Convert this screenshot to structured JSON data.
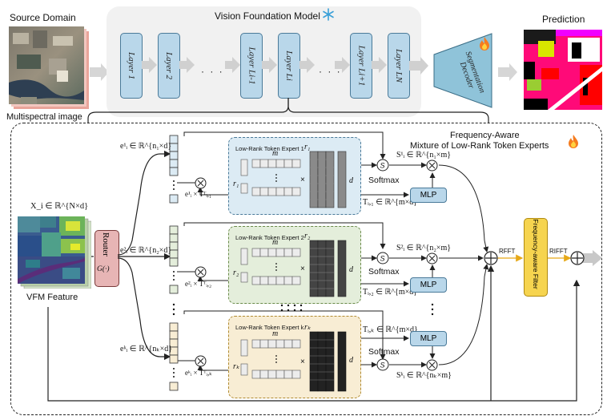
{
  "header": {
    "source_domain": "Source Domain",
    "multispectral": "Multispectral image",
    "vfm_title": "Vision Foundation Model",
    "prediction": "Prediction",
    "decoder": "Segmentation Decoder",
    "dots": "· · ·"
  },
  "layers": [
    "Layer 1",
    "Layer 2",
    "Layer Li-1",
    "Layer Li",
    "Layer Li+1",
    "Layer LN"
  ],
  "module": {
    "title_line1": "Frequency-Aware",
    "title_line2": "Mixture of Low-Rank Token Experts",
    "input_label": "X_i ∈ ℝ^{N×d}",
    "vfm_feature": "VFM Feature",
    "router": "Router",
    "router_fn": "G(·)",
    "rfft": "RFFT",
    "irfft": "RIFFT",
    "filter": "Frequency-aware Filter",
    "softmax": "Softmax",
    "mlp": "MLP"
  },
  "experts": [
    {
      "title": "Low-Rank Token Expert 1",
      "e_label": "e¹ᵢ ∈ ℝ^{n₁×d}",
      "prod_label": "e¹ᵢ × Tᵀᵢ,₁",
      "r": "r₁",
      "m": "m",
      "d": "d",
      "s_label": "S¹ᵢ ∈ ℝ^{n₁×m}",
      "t_label": "Tᵢ,₁ ∈ ℝ^{m×d}"
    },
    {
      "title": "Low-Rank Token Expert 2",
      "e_label": "e²ᵢ ∈ ℝ^{n₂×d}",
      "prod_label": "e²ᵢ × Tᵀᵢ,₂",
      "r": "r₂",
      "m": "m",
      "d": "d",
      "s_label": "S²ᵢ ∈ ℝ^{n₂×m}",
      "t_label": "Tᵢ,₂ ∈ ℝ^{m×d}"
    },
    {
      "title": "Low-Rank Token Expert k",
      "e_label": "eᵏᵢ ∈ ℝ^{nₖ×d}",
      "prod_label": "eᵏᵢ × Tᵀᵢ,ₖ",
      "r": "rₖ",
      "m": "m",
      "d": "d",
      "s_label": "Sᵏᵢ ∈ ℝ^{nₖ×m}",
      "t_label": "Tᵢ,ₖ ∈ ℝ^{m×d}"
    }
  ],
  "colors": {
    "expert1": "#dcebf4",
    "expert2": "#e4eedb",
    "expertk": "#f8edd4",
    "router": "#e7b5b5",
    "filter": "#f6d44f",
    "layer": "#b9d7ea",
    "decoder": "#8fc3d9"
  }
}
